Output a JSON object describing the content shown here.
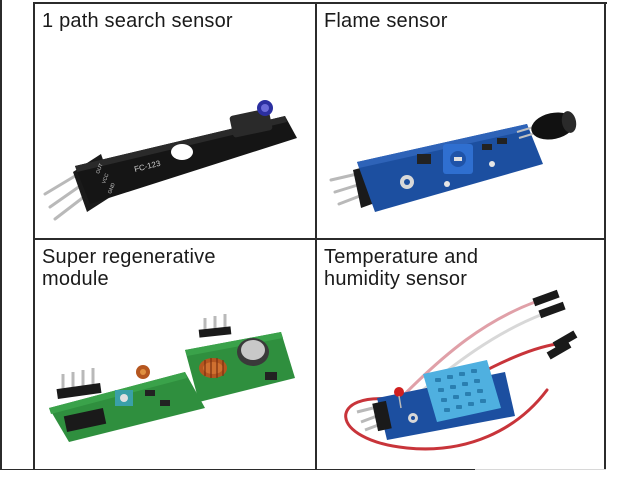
{
  "cells": [
    {
      "title_lines": [
        "1 path search sensor"
      ],
      "board_text": {
        "model": "FC-123",
        "pin1": "OUT",
        "pin2": "VCC",
        "pin3": "GND"
      }
    },
    {
      "title_lines": [
        "Flame sensor"
      ]
    },
    {
      "title_lines": [
        "Super regenerative",
        "module"
      ]
    },
    {
      "title_lines": [
        "Temperature and",
        "humidity sensor"
      ]
    }
  ],
  "colors": {
    "border": "#2b2b2b",
    "pcb_black": "#151515",
    "pcb_blue": "#1c4fa0",
    "pcb_green": "#2f8f3e",
    "dht_blue": "#4fb0e0",
    "wire_red": "#c8343a"
  }
}
